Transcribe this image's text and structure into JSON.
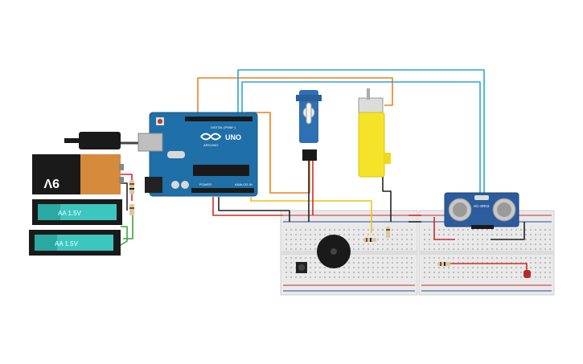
{
  "components": {
    "battery_9v": {
      "label": "9V"
    },
    "aa_batteries": [
      {
        "label": "AA 1.5V"
      },
      {
        "label": "AA 1.5V"
      }
    ],
    "arduino": {
      "logo": "UNO",
      "brand": "ARDUINO",
      "digital_label": "DIGITAL (PWM~)",
      "analog_label": "ANALOG IN",
      "power_label": "POWER"
    },
    "ultrasonic": {
      "label": "HC-SR04"
    }
  },
  "colors": {
    "arduino": "#1f6fa8",
    "breadboard": "#e9e9e9",
    "wire_orange": "#e8841a",
    "wire_blue": "#2ea4d6",
    "wire_red": "#d42a2a",
    "wire_black": "#222222",
    "wire_yellow": "#e8c31a",
    "wire_green": "#3aa33a",
    "aa_battery": "#3cc6c0",
    "battery_9v": "#d58a3c",
    "motor": "#f5e32a",
    "servo": "#2f6fb3"
  }
}
